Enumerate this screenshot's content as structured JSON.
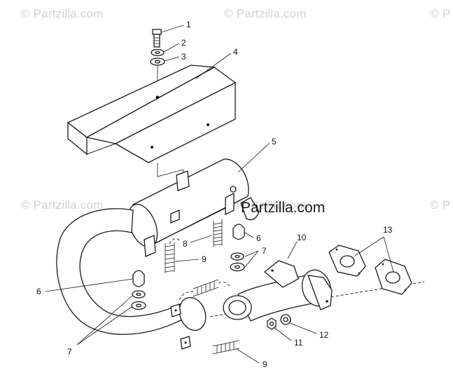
{
  "watermark": {
    "text": "© Partzilla.com",
    "edge_fragment": "© P"
  },
  "brand_text": "Partzilla.com",
  "callouts": {
    "c1": "1",
    "c2": "2",
    "c3": "3",
    "c4": "4",
    "c5": "5",
    "c6a": "6",
    "c6b": "6",
    "c7a": "7",
    "c7b": "7",
    "c8": "8",
    "c9a": "9",
    "c9b": "9",
    "c10": "10",
    "c11": "11",
    "c12": "12",
    "c13": "13"
  },
  "colors": {
    "ink": "#1a1a1a",
    "watermark": "#d2d2d2",
    "background": "#ffffff"
  }
}
